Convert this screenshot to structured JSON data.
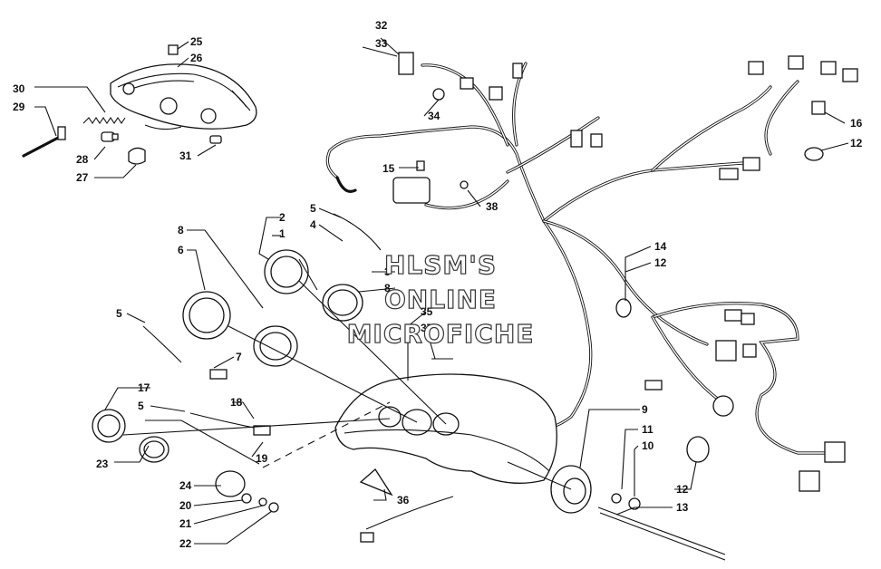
{
  "diagram": {
    "callouts": [
      {
        "num": "32"
      },
      {
        "num": "33"
      },
      {
        "num": "34"
      },
      {
        "num": "25"
      },
      {
        "num": "26"
      },
      {
        "num": "30"
      },
      {
        "num": "29"
      },
      {
        "num": "28"
      },
      {
        "num": "27"
      },
      {
        "num": "31"
      },
      {
        "num": "15"
      },
      {
        "num": "38"
      },
      {
        "num": "16"
      },
      {
        "num": "12"
      },
      {
        "num": "14"
      },
      {
        "num": "12"
      },
      {
        "num": "2"
      },
      {
        "num": "1"
      },
      {
        "num": "5"
      },
      {
        "num": "4"
      },
      {
        "num": "8"
      },
      {
        "num": "6"
      },
      {
        "num": "3"
      },
      {
        "num": "8"
      },
      {
        "num": "35"
      },
      {
        "num": "37"
      },
      {
        "num": "5"
      },
      {
        "num": "7"
      },
      {
        "num": "17"
      },
      {
        "num": "5"
      },
      {
        "num": "18"
      },
      {
        "num": "19"
      },
      {
        "num": "23"
      },
      {
        "num": "24"
      },
      {
        "num": "20"
      },
      {
        "num": "21"
      },
      {
        "num": "22"
      },
      {
        "num": "36"
      },
      {
        "num": "9"
      },
      {
        "num": "11"
      },
      {
        "num": "10"
      },
      {
        "num": "12"
      },
      {
        "num": "13"
      }
    ],
    "watermark": [
      "HLSM'S",
      "ONLINE",
      "MICROFICHE"
    ]
  }
}
